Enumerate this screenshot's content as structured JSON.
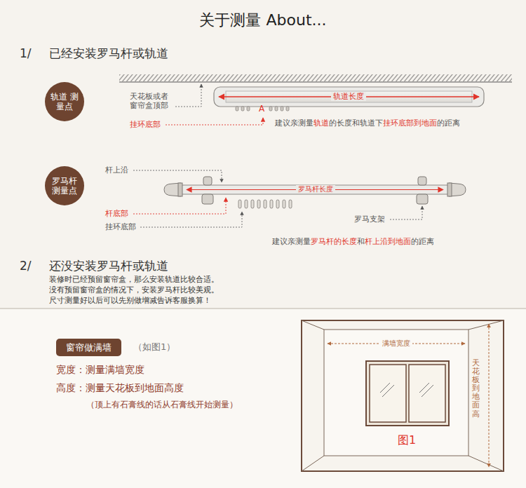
{
  "diagram": {
    "title": "关于测量 About...",
    "nodes": [
      {
        "text": [
          "轨道 测量点"
        ]
      },
      {
        "text": [
          "罗马杆 测量点"
        ]
      },
      {
        "text": [
          "窗帘做满墙"
        ]
      }
    ],
    "edges": [],
    "labels": [
      "1/",
      "已经安装罗马杆或轨道",
      "天花板或者 窗帘盒顶部",
      "轨道长度",
      "A",
      "挂环底部",
      "建议亲测量",
      "轨道",
      "的长度和轨道下",
      "挂环底部到地面",
      "的距离",
      "杆上沿",
      "罗马杆长度",
      "杆底部",
      "挂环底部",
      "罗马支架",
      "建议亲测量",
      "罗马杆的长度",
      "和",
      "杆上沿到地面",
      "的距离",
      "2/",
      "还没安装罗马杆或轨道",
      "装修时已经预留窗帘盒，那么安装轨道比较合适。",
      "没有预留窗帘盒的情况下，安装罗马杆比较美观。",
      "尺寸测量好以后可以先别做增减告诉客服换算！",
      "（如图1）",
      "宽度：测量满墙宽度",
      "高度：测量天花板到地面高度",
      "（顶上有石膏线的话从石膏线开始测量）",
      "满墙宽度",
      "天花板到地面高",
      "图1"
    ]
  }
}
